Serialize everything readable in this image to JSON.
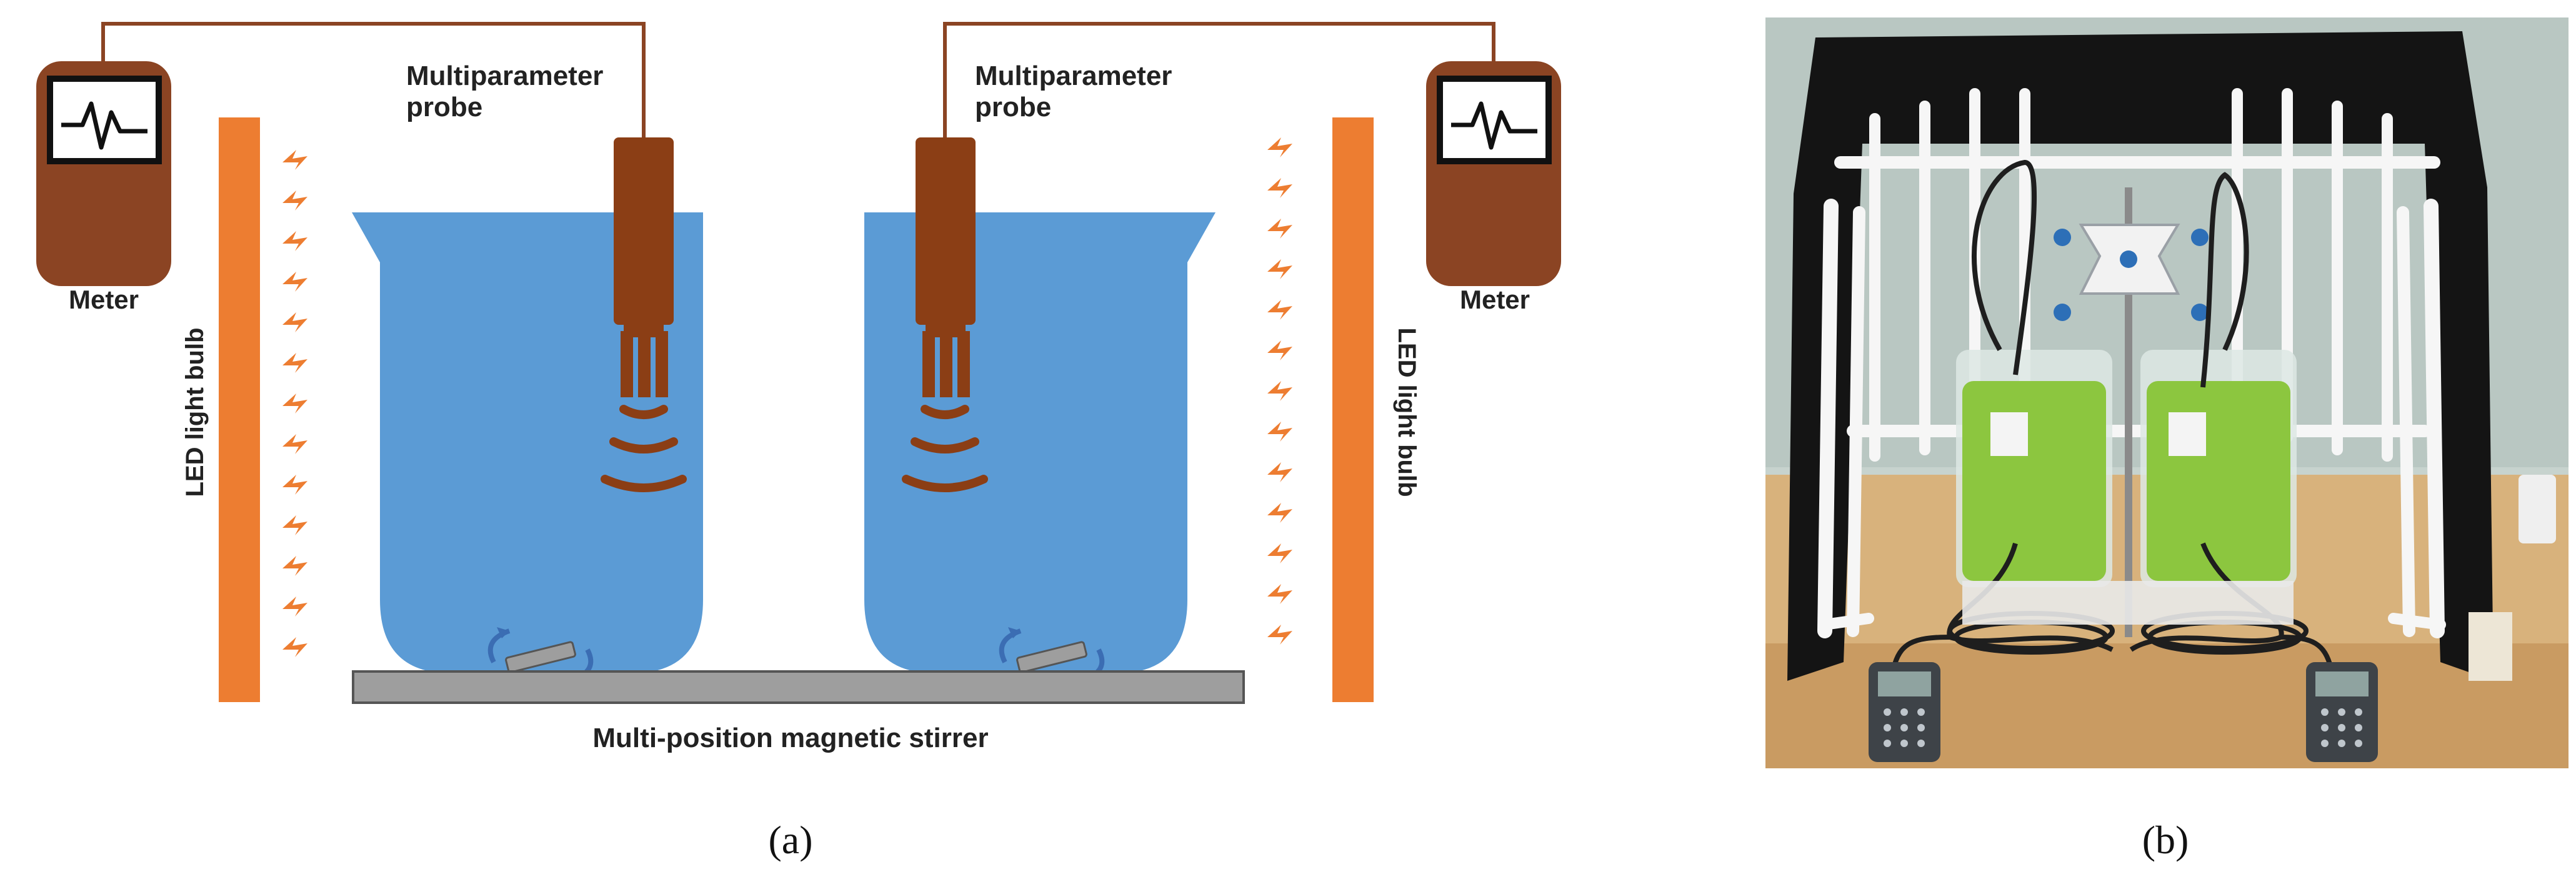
{
  "panel_a": {
    "labels": {
      "meter_left": "Meter",
      "meter_right": "Meter",
      "probe_left": [
        "Multiparameter",
        "probe"
      ],
      "probe_right": [
        "Multiparameter",
        "probe"
      ],
      "led_left": "LED light bulb",
      "led_right": "LED light bulb",
      "stirrer": "Multi-position magnetic stirrer"
    },
    "caption": "(a)"
  },
  "panel_b": {
    "caption": "(b)"
  },
  "colors": {
    "meter_brown": "#8B4423",
    "probe_brown": "#8B3E15",
    "water_blue": "#5B9BD5",
    "led_orange": "#ED7D31",
    "stirrer_gray": "#9E9E9E",
    "algae_green": "#8CC63F"
  }
}
